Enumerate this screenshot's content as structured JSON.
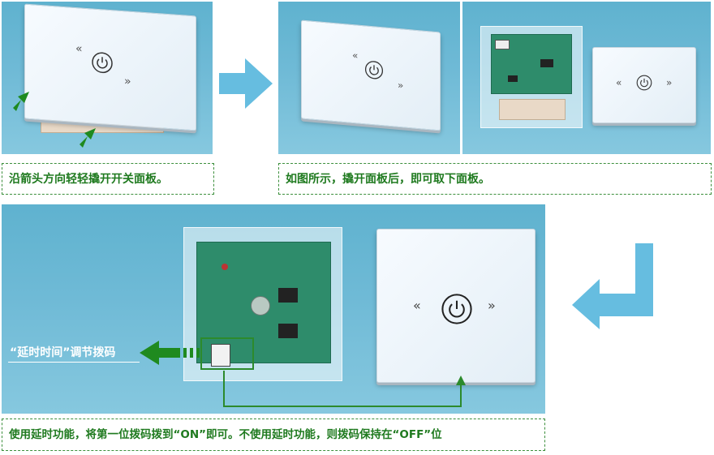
{
  "captions": {
    "step1": "沿箭头方向轻轻撬开开关面板。",
    "step2": "如图所示，撬开面板后，即可取下面板。",
    "step3": "使用延时功能，将第一位拨码拨到“ON”即可。不使用延时功能，则拨码保持在“OFF”位"
  },
  "callout": {
    "dip_label": "“延时时间”调节拨码"
  },
  "panel_symbols": {
    "left_chevrons": "«",
    "right_chevrons": "»"
  },
  "colors": {
    "caption_text": "#1f7a1f",
    "caption_border": "#3c8f3c",
    "flow_arrow": "#66bde0",
    "pry_arrow": "#2c8a2c"
  },
  "icons": [
    "power-icon",
    "green-pry-arrow",
    "flow-arrow-right",
    "flow-arrow-left-turn",
    "dip-switch-arrow"
  ]
}
